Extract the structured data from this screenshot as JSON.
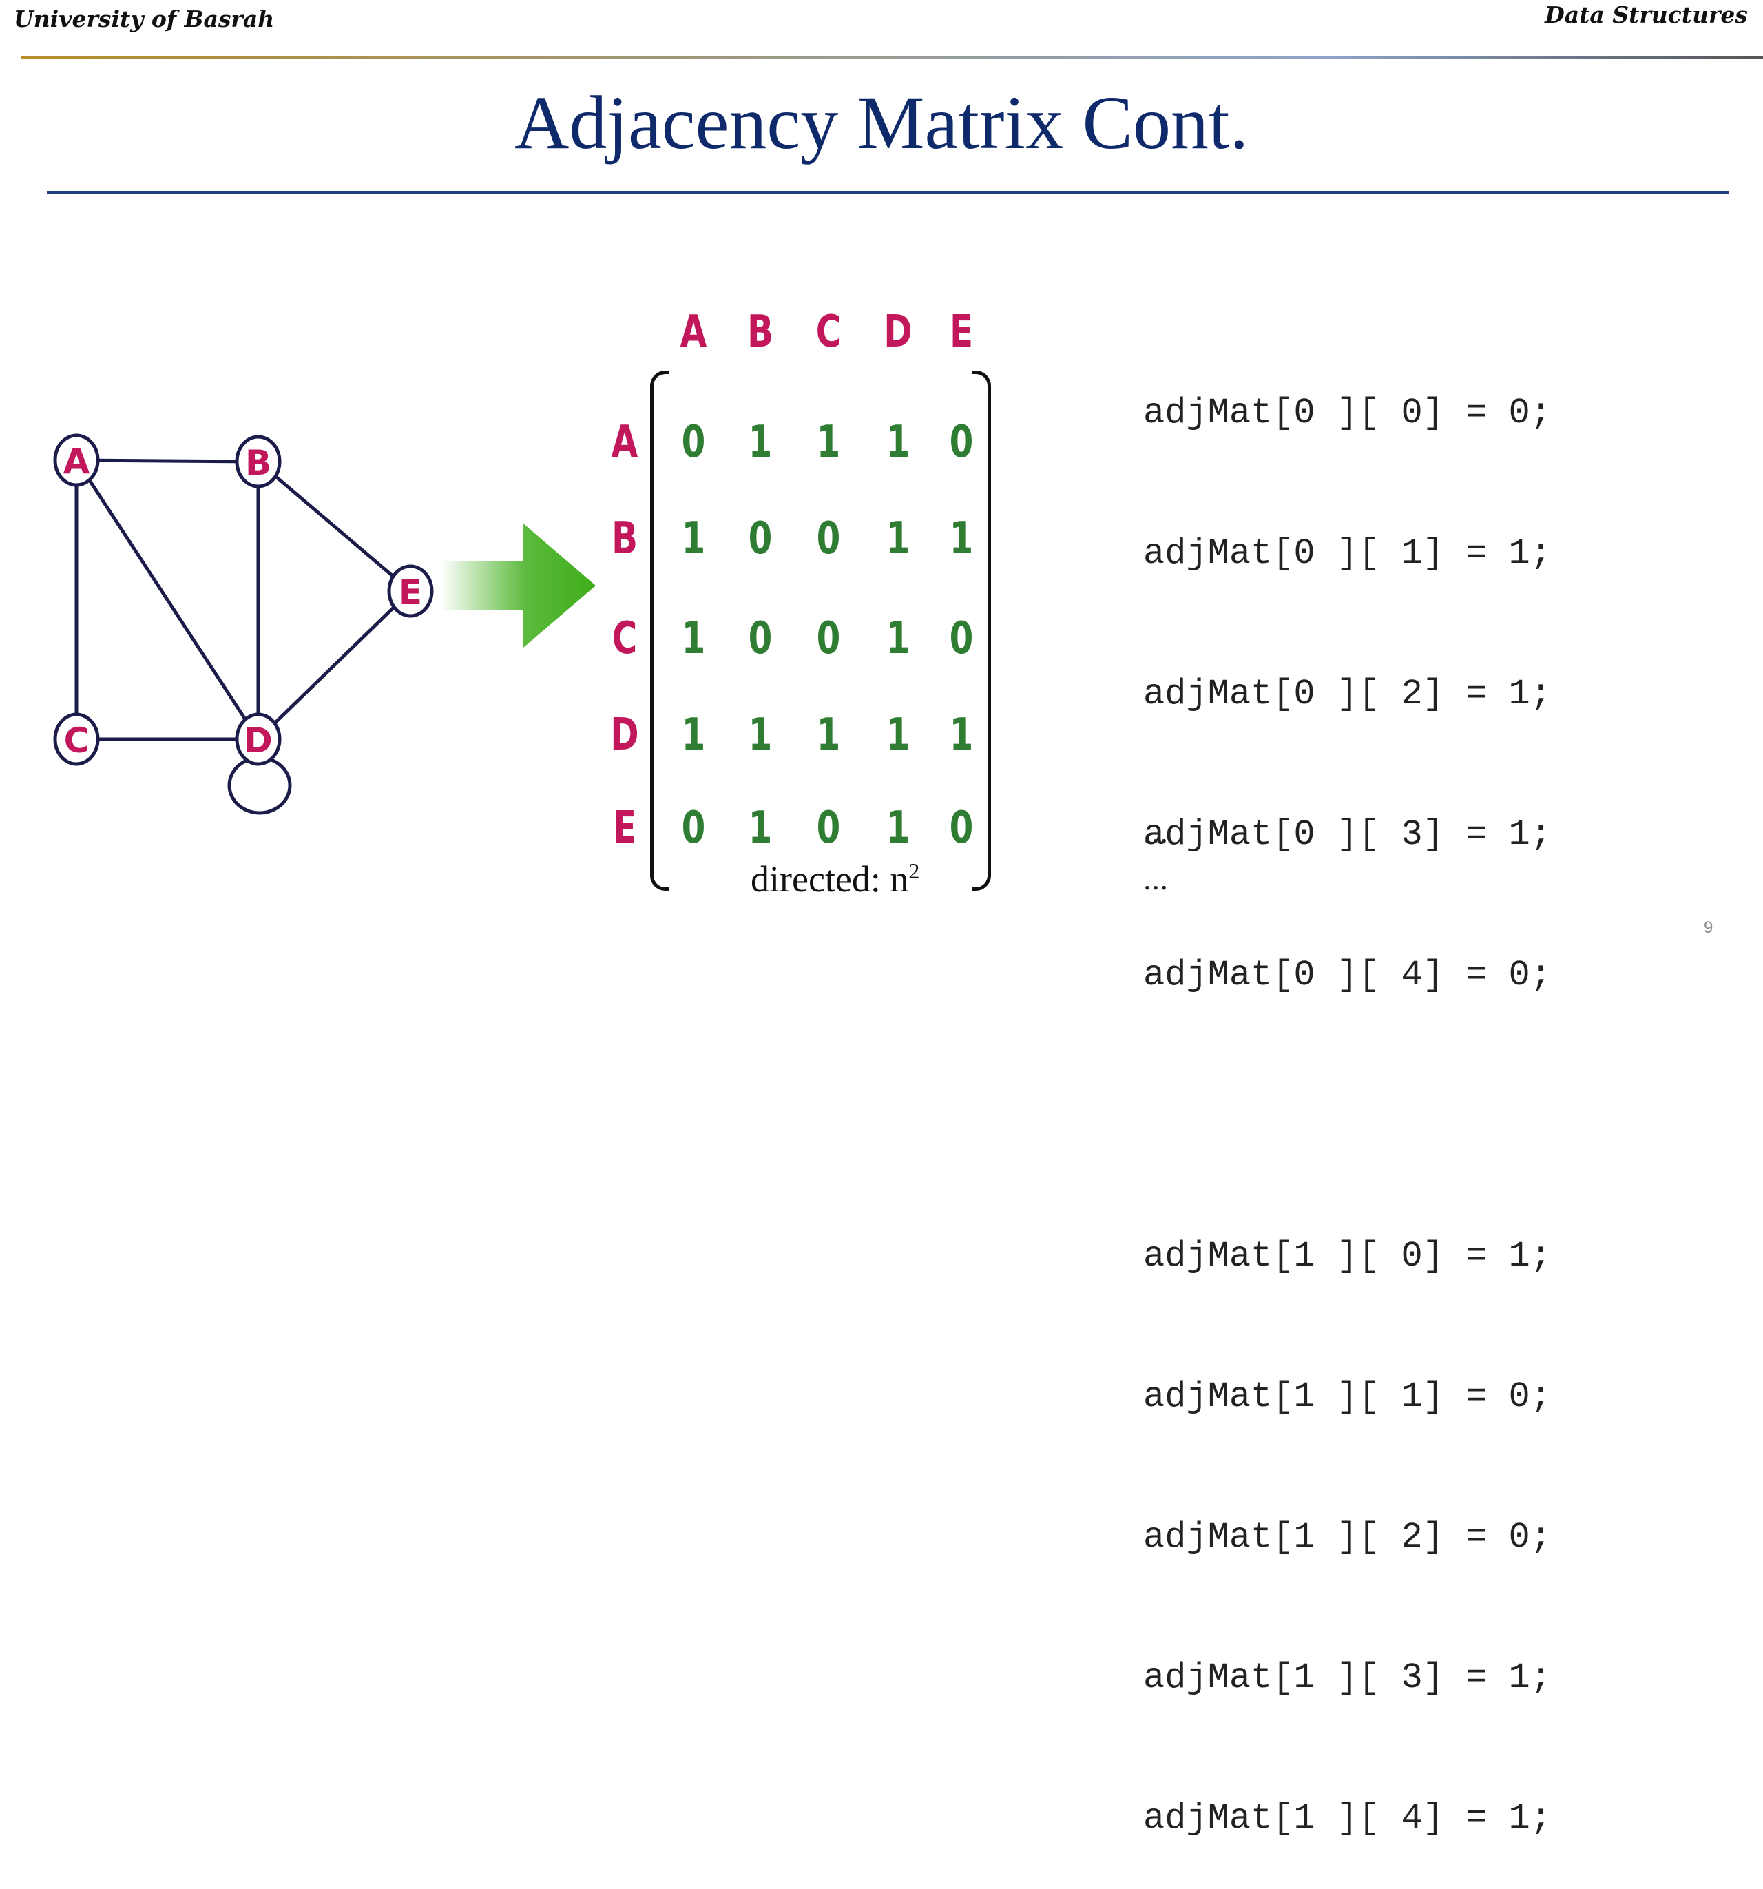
{
  "header": {
    "left": "University of Basrah",
    "right": "Data Structures"
  },
  "title": "Adjacency Matrix Cont.",
  "graph": {
    "nodes": [
      "A",
      "B",
      "C",
      "D",
      "E"
    ]
  },
  "matrix": {
    "columns": [
      "A",
      "B",
      "C",
      "D",
      "E"
    ],
    "rows": [
      {
        "label": "A",
        "values": [
          "0",
          "1",
          "1",
          "1",
          "0"
        ]
      },
      {
        "label": "B",
        "values": [
          "1",
          "0",
          "0",
          "1",
          "1"
        ]
      },
      {
        "label": "C",
        "values": [
          "1",
          "0",
          "0",
          "1",
          "0"
        ]
      },
      {
        "label": "D",
        "values": [
          "1",
          "1",
          "1",
          "1",
          "1"
        ]
      },
      {
        "label": "E",
        "values": [
          "0",
          "1",
          "0",
          "1",
          "0"
        ]
      }
    ],
    "caption_main": "directed: n",
    "caption_sup": "2"
  },
  "code": {
    "lines_group1": [
      "adjMat[0 ][ 0] = 0;",
      "adjMat[0 ][ 1] = 1;",
      "adjMat[0 ][ 2] = 1;",
      "adjMat[0 ][ 3] = 1;",
      "adjMat[0 ][ 4] = 0;"
    ],
    "lines_group2": [
      "adjMat[1 ][ 0] = 1;",
      "adjMat[1 ][ 1] = 0;",
      "adjMat[1 ][ 2] = 0;",
      "adjMat[1 ][ 3] = 1;",
      "adjMat[1 ][ 4] = 1;"
    ],
    "ellipsis1": "...",
    "ellipsis2": "..."
  },
  "page_number": "9",
  "colors": {
    "title": "#0f2a6b",
    "node_label": "#c2185b",
    "matrix_value": "#2e7d32",
    "arrow": "#3fae1a"
  }
}
